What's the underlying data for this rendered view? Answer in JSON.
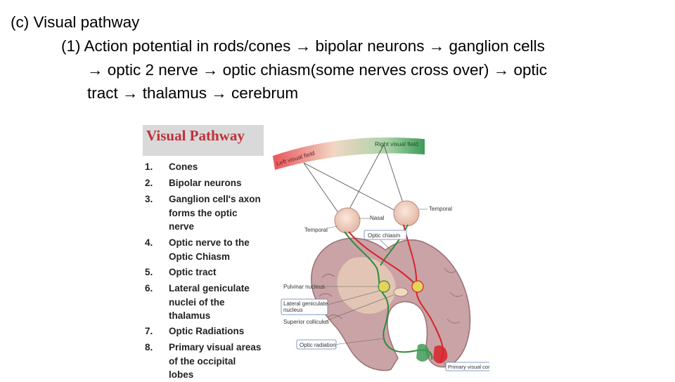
{
  "slide": {
    "heading": "(c) Visual pathway",
    "point1_line1": "(1) Action potential in rods/cones → bipolar neurons → ganglion cells",
    "point1_line2": "→ optic 2 nerve → optic chiasm(some nerves cross over) → optic",
    "point1_line3": "tract → thalamus → cerebrum"
  },
  "figure": {
    "title": "Visual Pathway",
    "steps": [
      {
        "num": "1.",
        "lines": [
          "Cones"
        ]
      },
      {
        "num": "2.",
        "lines": [
          "Bipolar neurons"
        ]
      },
      {
        "num": "3.",
        "lines": [
          "Ganglion cell's axon",
          "forms the optic",
          "nerve"
        ]
      },
      {
        "num": "4.",
        "lines": [
          "Optic nerve to the",
          "Optic Chiasm"
        ]
      },
      {
        "num": "5.",
        "lines": [
          "Optic tract"
        ]
      },
      {
        "num": "6.",
        "lines": [
          "Lateral geniculate",
          "nuclei of the",
          "thalamus"
        ]
      },
      {
        "num": "7.",
        "lines": [
          "Optic Radiations"
        ]
      },
      {
        "num": "8.",
        "lines": [
          "Primary visual areas",
          "of the occipital",
          "lobes"
        ]
      }
    ],
    "labels": {
      "left_field": "Left visual field",
      "right_field": "Right visual field",
      "temporal_right": "Temporal",
      "nasal": "Nasal",
      "temporal_left": "Temporal",
      "optic_chiasm": "Optic chiasm",
      "pulvinar": "Pulvinar nucleus",
      "lgn_1": "Lateral geniculate",
      "lgn_2": "nucleus",
      "superior_colliculus": "Superior colliculus",
      "optic_radiation": "Optic radiation",
      "primary_cortex": "Primary visual cortex"
    },
    "colors": {
      "title_red": "#c0303a",
      "pathway_red": "#d8232a",
      "pathway_green": "#2e8b3a",
      "brain": "#c9a3a6"
    }
  }
}
